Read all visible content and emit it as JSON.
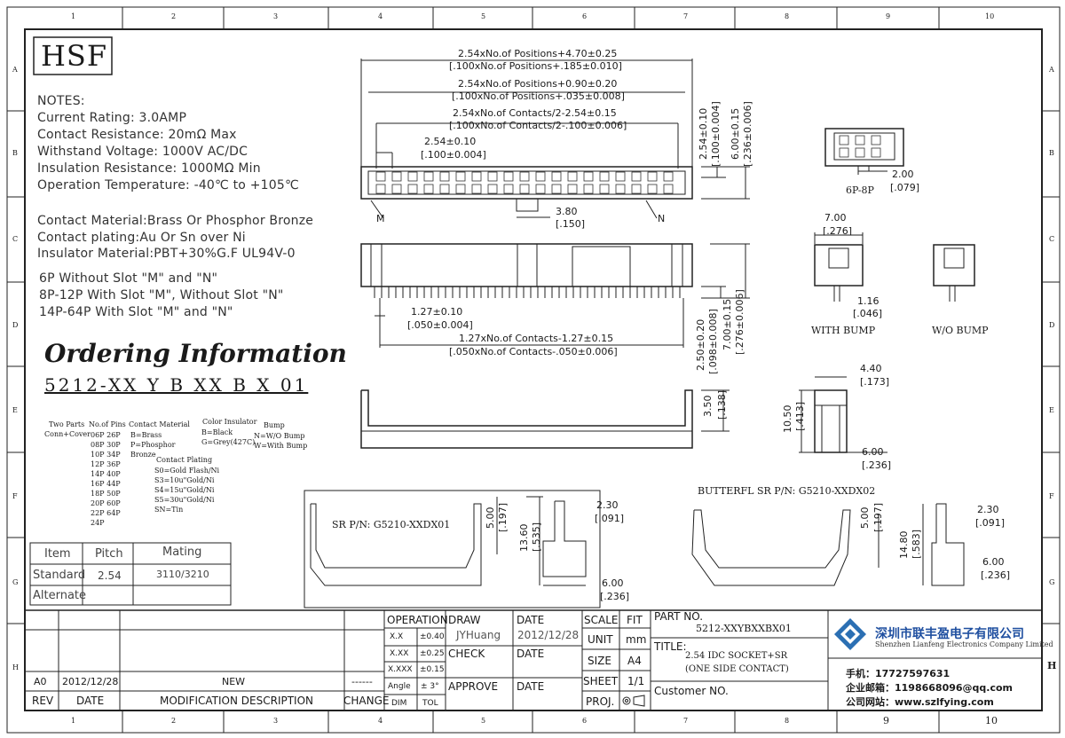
{
  "logo": {
    "text": "HSF"
  },
  "grid": {
    "cols": [
      "1",
      "2",
      "3",
      "4",
      "5",
      "6",
      "7",
      "8",
      "9",
      "10"
    ],
    "rows": [
      "A",
      "B",
      "C",
      "D",
      "E",
      "F",
      "G",
      "H"
    ]
  },
  "notes": {
    "title": "NOTES:",
    "lines": [
      "Current Rating: 3.0AMP",
      "Contact Resistance: 20mΩ Max",
      "Withstand Voltage: 1000V AC/DC",
      "Insulation Resistance: 1000MΩ Min",
      "Operation Temperature: -40℃ to +105℃"
    ],
    "material": [
      "Contact Material:Brass Or Phosphor Bronze",
      "Contact plating:Au Or Sn over Ni",
      "Insulator Material:PBT+30%G.F UL94V-0"
    ],
    "slots": [
      "6P Without Slot \"M\" and \"N\"",
      "8P-12P With Slot \"M\", Without Slot \"N\"",
      "14P-64P With Slot \"M\" and \"N\""
    ]
  },
  "ordering": {
    "title": "Ordering Information",
    "code": "5212-XX Y B XX B X 01",
    "two_parts": [
      "Two Parts",
      "Conn+Cover"
    ],
    "pins_title": "No.of Pins",
    "pins": [
      "06P 26P",
      "08P 30P",
      "10P 34P",
      "12P 36P",
      "14P 40P",
      "16P 44P",
      "18P 50P",
      "20P 60P",
      "22P 64P",
      "24P"
    ],
    "contact_material": [
      "Contact Material",
      "B=Brass",
      "P=Phosphor",
      "Bronze"
    ],
    "contact_plating": [
      "Contact Plating",
      "S0=Gold Flash/Ni",
      "S3=10u\"Gold/Ni",
      "S4=15u\"Gold/Ni",
      "S5=30u\"Gold/Ni",
      "SN=Tin"
    ],
    "color_insulator": [
      "Color Insulator",
      "B=Black",
      "G=Grey(427C)"
    ],
    "bump": [
      "Bump",
      "N=W/O Bump",
      "W=With Bump"
    ]
  },
  "mating_table": {
    "headers": [
      "Item",
      "Pitch",
      "Mating"
    ],
    "rows": [
      [
        "Standard",
        "2.54",
        "3110/3210"
      ],
      [
        "Alternate",
        "",
        ""
      ]
    ]
  },
  "dims": {
    "d1a": "2.54xNo.of Positions+4.70±0.25",
    "d1b": "[.100xNo.of Positions+.185±0.010]",
    "d2a": "2.54xNo.of Positions+0.90±0.20",
    "d2b": "[.100xNo.of Positions+.035±0.008]",
    "d3a": "2.54xNo.of Contacts/2-2.54±0.15",
    "d3b": "[.100xNo.of Contacts/2-.100±0.006]",
    "d4a": "2.54±0.10",
    "d4b": "[.100±0.004]",
    "m": "M",
    "n": "N",
    "d5a": "3.80",
    "d5b": "[.150]",
    "v1a": "2.54±0.10",
    "v1b": "[.100±0.004]",
    "v2a": "6.00±0.15",
    "v2b": "[.236±0.006]",
    "d6a": "1.27±0.10",
    "d6b": "[.050±0.004]",
    "d7a": "1.27xNo.of Contacts-1.27±0.15",
    "d7b": "[.050xNo.of Contacts-.050±0.006]",
    "v3a": "2.50±0.20",
    "v3b": "[.098±0.008]",
    "v4a": "7.00±0.15",
    "v4b": "[.276±0.006]",
    "v5a": "3.50",
    "v5b": "[.138]",
    "p6": "6P-8P",
    "d8a": "2.00",
    "d8b": "[.079]",
    "d9a": "7.00",
    "d9b": "[.276]",
    "d10a": "1.16",
    "d10b": "[.046]",
    "with_bump": "WITH BUMP",
    "wo_bump": "W/O BUMP",
    "d11a": "4.40",
    "d11b": "[.173]",
    "v6a": "10.50",
    "v6b": "[.413]",
    "d12a": "6.00",
    "d12b": "[.236]",
    "sr_pn": "SR P/N: G5210-XXDX01",
    "butterfl_pn": "BUTTERFL SR P/N: G5210-XXDX02",
    "v7a": "5.00",
    "v7b": "[.197]",
    "v8a": "13.60",
    "v8b": "[.535]",
    "d13a": "2.30",
    "d13b": "[.091]",
    "d14a": "6.00",
    "d14b": "[.236]",
    "v9a": "5.00",
    "v9b": "[.197]",
    "v10a": "14.80",
    "v10b": "[.583]",
    "d15a": "2.30",
    "d15b": "[.091]",
    "d16a": "6.00",
    "d16b": "[.236]"
  },
  "title_block": {
    "rev_row": {
      "rev": "A0",
      "date": "2012/12/28",
      "desc": "NEW",
      "change": "------"
    },
    "headers": {
      "rev": "REV",
      "date": "DATE",
      "desc": "MODIFICATION DESCRIPTION",
      "change": "CHANGE"
    },
    "operation": "OPERATION",
    "tol": [
      [
        "X.X",
        "±0.40"
      ],
      [
        "X.XX",
        "±0.25"
      ],
      [
        "X.XXX",
        "±0.15"
      ],
      [
        "Angle",
        "± 3°"
      ],
      [
        "DIM",
        "TOL"
      ]
    ],
    "draw": "DRAW",
    "draw_by": "JYHuang",
    "check": "CHECK",
    "approve": "APPROVE",
    "date_label": "DATE",
    "draw_date": "2012/12/28",
    "scale": "SCALE",
    "fit": "FIT",
    "unit": "UNIT",
    "unit_val": "mm",
    "size": "SIZE",
    "size_val": "A4",
    "sheet": "SHEET",
    "sheet_val": "1/1",
    "proj": "PROJ.",
    "part_no_label": "PART NO.",
    "part_no": "5212-XXYBXXBX01",
    "title_label": "TITLE:",
    "title_1": "2.54 IDC SOCKET+SR",
    "title_2": "(ONE SIDE CONTACT)",
    "customer": "Customer NO.",
    "company_cn": "深圳市联丰盈电子有限公司",
    "company_en": "Shenzhen Lianfeng Electronics Company Limited",
    "phone": "手机：17727597631",
    "email": "企业邮箱：1198668096@qq.com",
    "website": "公司网站：www.szlfying.com"
  }
}
